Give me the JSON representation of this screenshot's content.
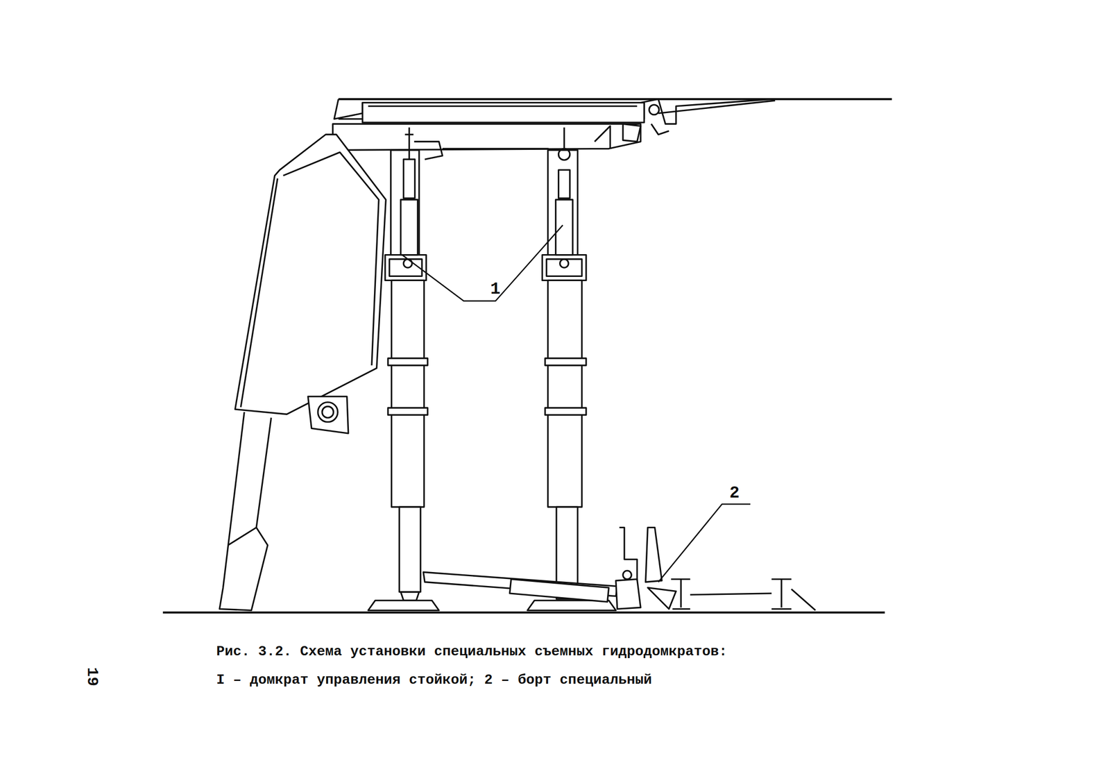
{
  "diagram": {
    "caption": "Рис. 3.2. Схема установки специальных съемных гидродомкратов: I – домкрат управления стойкой; 2 – борт специальный",
    "labels": [
      "1",
      "2",
      "19"
    ]
  }
}
